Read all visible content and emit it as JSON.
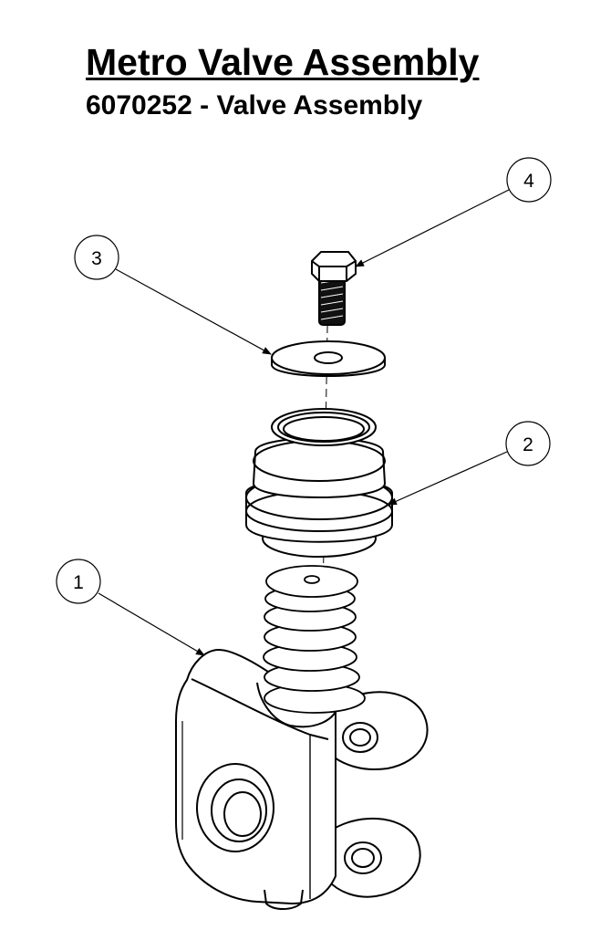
{
  "header": {
    "title": "Metro Valve Assembly",
    "subtitle": "6070252 - Valve Assembly"
  },
  "callouts": [
    {
      "label": "1",
      "part": "valve body"
    },
    {
      "label": "2",
      "part": "diaphragm"
    },
    {
      "label": "3",
      "part": "washer"
    },
    {
      "label": "4",
      "part": "hex bolt"
    }
  ],
  "colors": {
    "line": "#000000",
    "background": "#ffffff",
    "thread": "#111111"
  }
}
